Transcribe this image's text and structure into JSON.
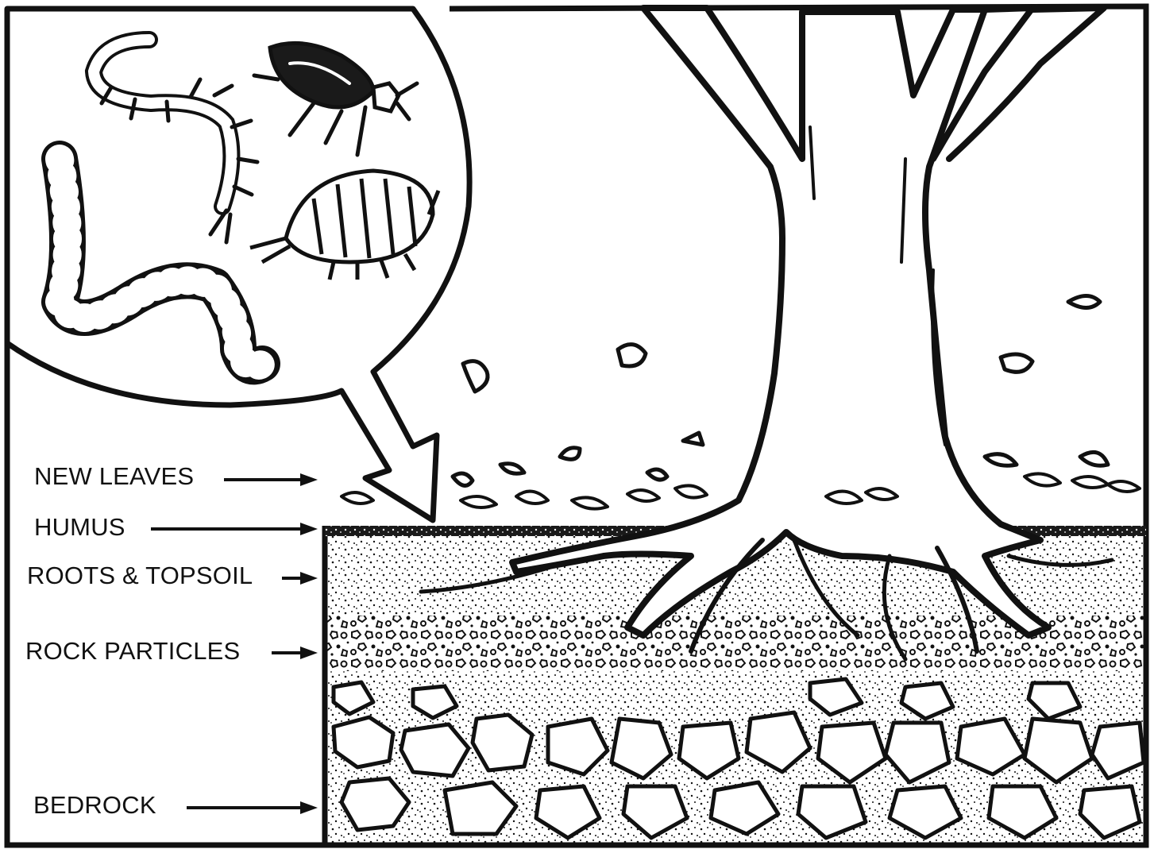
{
  "diagram": {
    "labels": {
      "new_leaves": "NEW LEAVES",
      "humus": "HUMUS",
      "roots_topsoil": "ROOTS & TOPSOIL",
      "rock_particles": "ROCK PARTICLES",
      "bedrock": "BEDROCK"
    },
    "inset_organisms": [
      "centipede-icon",
      "beetle-icon",
      "sowbug-icon",
      "earthworm-icon"
    ],
    "colors": {
      "ink": "#111111",
      "paper": "#ffffff"
    }
  }
}
